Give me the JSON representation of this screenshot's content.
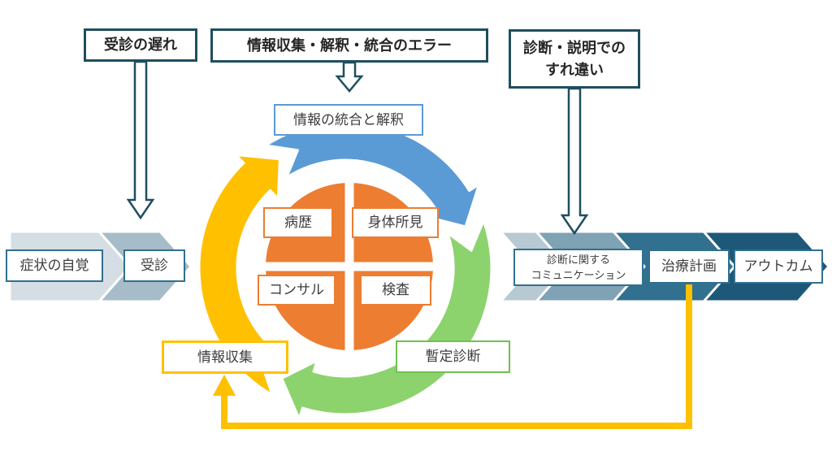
{
  "colors": {
    "cycle_blue": "#5B9BD5",
    "cycle_green": "#8CD36E",
    "cycle_yellow": "#FFC000",
    "core_orange": "#ED7D31",
    "annotation_border": "#1F4E5F",
    "flow_box_border": "#31708F",
    "chevron_light": "#D4DEE4",
    "chevron_medium": "#A6BCC8",
    "chevron_pale": "#B7C9D3",
    "chevron_slate": "#7FA2B4",
    "chevron_teal": "#31708E",
    "chevron_dark": "#1E5878"
  },
  "annotations": [
    {
      "label": "受診の遅れ"
    },
    {
      "label": "情報収集・解釈・統合のエラー"
    },
    {
      "line1": "診断・説明での",
      "line2": "すれ違い"
    }
  ],
  "flow_left": [
    {
      "label": "症状の自覚"
    },
    {
      "label": "受診"
    }
  ],
  "cycle": {
    "top_label": "情報の統合と解釈",
    "right_label": "暫定診断",
    "left_label": "情報収集",
    "core": {
      "top_left": "病歴",
      "top_right": "身体所見",
      "bottom_left": "コンサル",
      "bottom_right": "検査"
    }
  },
  "flow_right": [
    {
      "line1": "診断に関する",
      "line2": "コミュニケーション"
    },
    {
      "label": "治療計画"
    },
    {
      "label": "アウトカム"
    }
  ]
}
